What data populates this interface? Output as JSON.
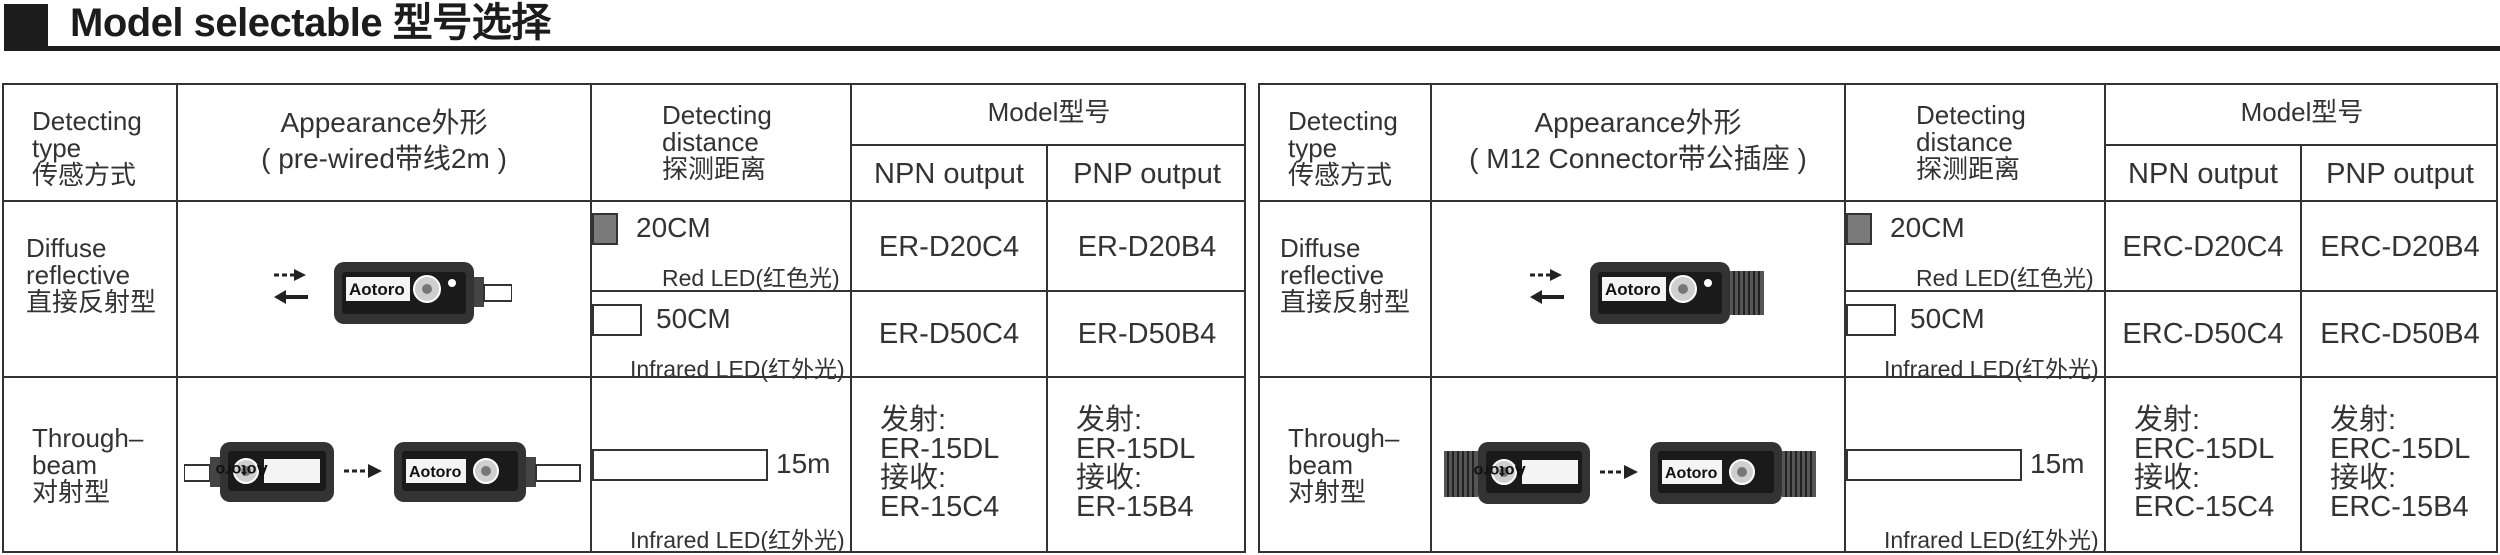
{
  "header": {
    "title": "Model selectable 型号选择"
  },
  "tables": [
    {
      "col_type": [
        "Detecting",
        "type",
        "传感方式"
      ],
      "col_appearance": [
        "Appearance外形",
        "( pre-wired带线2m )"
      ],
      "col_distance": [
        "Detecting",
        "distance",
        "探测距离"
      ],
      "col_model": "Model型号",
      "npn": "NPN output",
      "pnp": "PNP output",
      "diffuse_type": [
        "Diffuse",
        "reflective",
        "直接反射型"
      ],
      "red_dist": "20CM",
      "red_led": "Red LED(红色光)",
      "ir_dist": "50CM",
      "ir_led": "Infrared LED(红外光)",
      "npn_red": "ER-D20C4",
      "pnp_red": "ER-D20B4",
      "npn_ir": "ER-D50C4",
      "pnp_ir": "ER-D50B4",
      "through_type": [
        "Through–",
        "beam",
        "对射型"
      ],
      "beam_dist": "15m",
      "beam_led": "Infrared LED(红外光)",
      "npn_beam": [
        "发射:",
        "ER-15DL",
        "接收:",
        "ER-15C4"
      ],
      "pnp_beam": [
        "发射:",
        "ER-15DL",
        "接收:",
        "ER-15B4"
      ],
      "brand": "Aotoro"
    },
    {
      "col_type": [
        "Detecting",
        "type",
        "传感方式"
      ],
      "col_appearance": [
        "Appearance外形",
        "( M12 Connector带公插座 )"
      ],
      "col_distance": [
        "Detecting",
        "distance",
        "探测距离"
      ],
      "col_model": "Model型号",
      "npn": "NPN output",
      "pnp": "PNP output",
      "diffuse_type": [
        "Diffuse",
        "reflective",
        "直接反射型"
      ],
      "red_dist": "20CM",
      "red_led": "Red LED(红色光)",
      "ir_dist": "50CM",
      "ir_led": "Infrared LED(红外光)",
      "npn_red": "ERC-D20C4",
      "pnp_red": "ERC-D20B4",
      "npn_ir": "ERC-D50C4",
      "pnp_ir": "ERC-D50B4",
      "through_type": [
        "Through–",
        "beam",
        "对射型"
      ],
      "beam_dist": "15m",
      "beam_led": "Infrared LED(红外光)",
      "npn_beam": [
        "发射:",
        "ERC-15DL",
        "接收:",
        "ERC-15C4"
      ],
      "pnp_beam": [
        "发射:",
        "ERC-15DL",
        "接收:",
        "ERC-15B4"
      ],
      "brand": "Aotoro"
    }
  ]
}
